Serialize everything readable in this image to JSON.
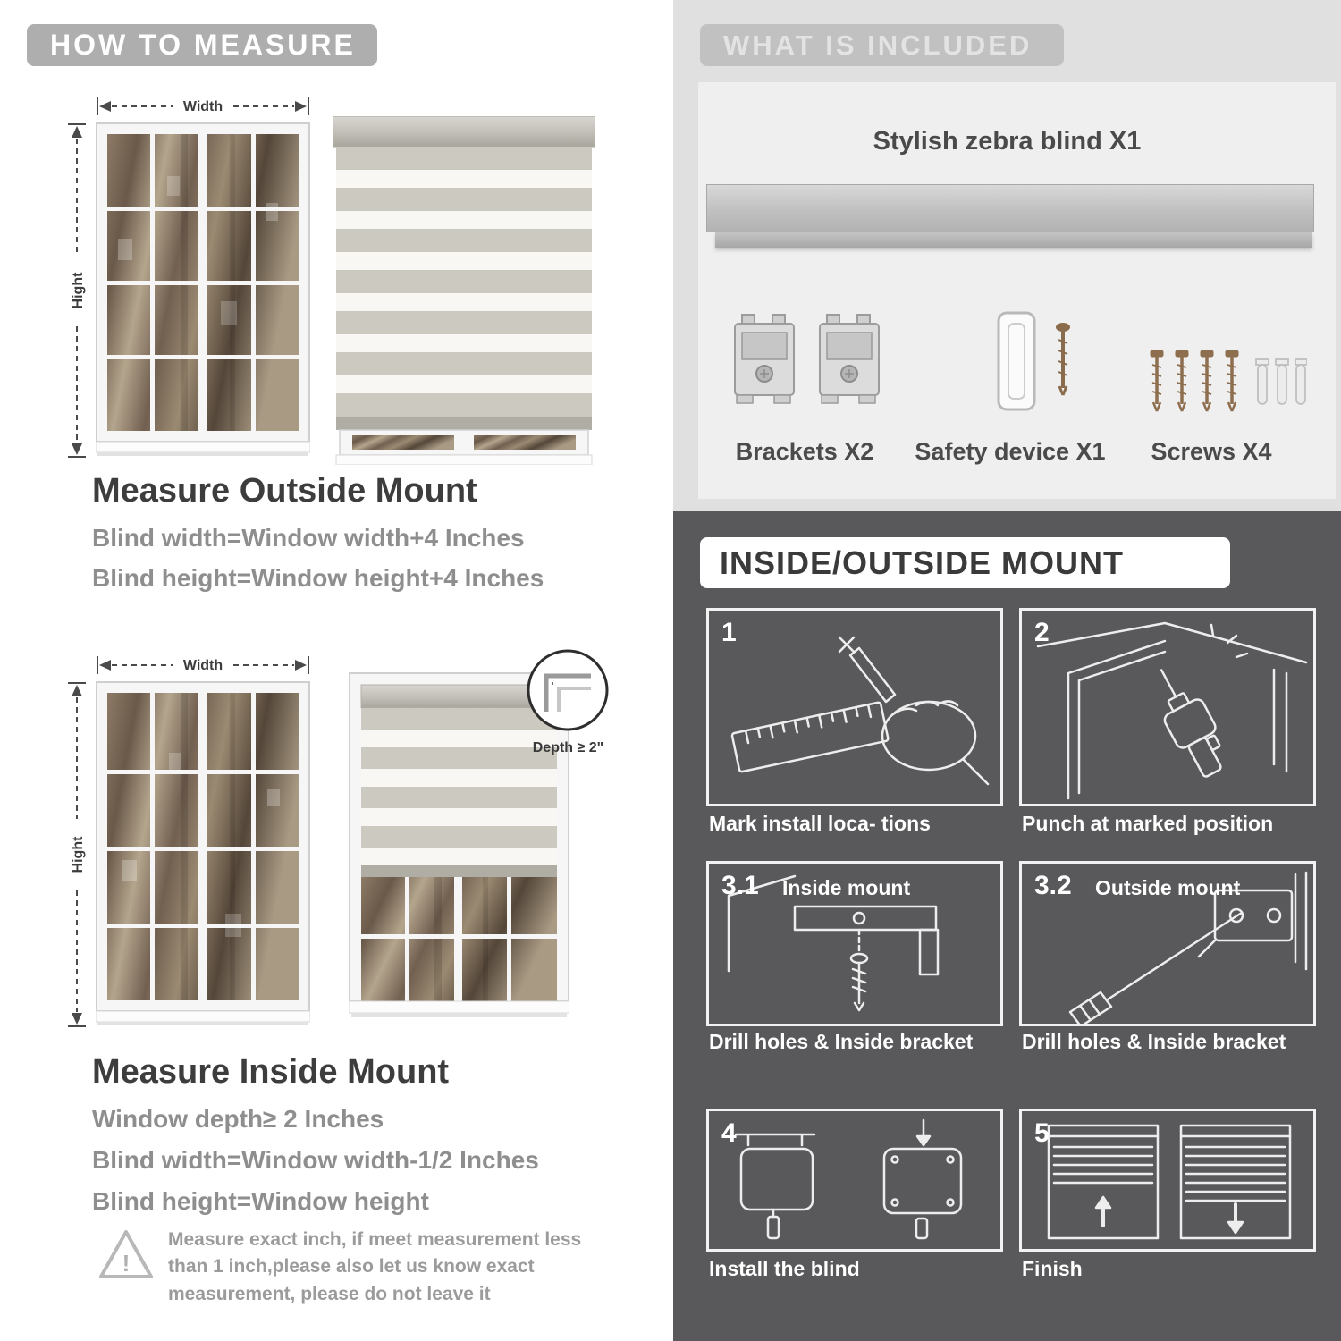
{
  "left": {
    "banner": "HOW TO MEASURE",
    "outside": {
      "width_label": "Width",
      "height_label": "Hight",
      "heading": "Measure Outside Mount",
      "lines": [
        "Blind width=Window width+4 Inches",
        "Blind height=Window height+4 Inches"
      ]
    },
    "inside": {
      "width_label": "Width",
      "height_label": "Hight",
      "depth_label": "Depth ≥ 2\"",
      "heading": "Measure Inside Mount",
      "lines": [
        "Window depth≥ 2 Inches",
        "Blind width=Window width-1/2 Inches",
        "Blind height=Window height"
      ]
    },
    "warning": {
      "mark": "!",
      "text": "Measure exact inch, if meet measurement less than 1 inch,please also let us know exact measurement, please do not leave it"
    }
  },
  "right": {
    "included": {
      "banner": "WHAT IS INCLUDED",
      "blind_label": "Stylish zebra blind X1",
      "items": [
        {
          "name": "brackets",
          "label": "Brackets X2"
        },
        {
          "name": "safety-device",
          "label": "Safety device X1"
        },
        {
          "name": "screws",
          "label": "Screws X4"
        }
      ]
    },
    "mount": {
      "banner": "INSIDE/OUTSIDE MOUNT",
      "steps": [
        {
          "num": "1",
          "title": "",
          "caption": "Mark install loca- tions"
        },
        {
          "num": "2",
          "title": "",
          "caption": "Punch at marked position"
        },
        {
          "num": "3.1",
          "title": "Inside mount",
          "caption": "Drill holes & Inside bracket"
        },
        {
          "num": "3.2",
          "title": "Outside mount",
          "caption": "Drill holes & Inside bracket"
        },
        {
          "num": "4",
          "title": "",
          "caption": "Install the blind"
        },
        {
          "num": "5",
          "title": "",
          "caption": "Finish"
        }
      ]
    }
  },
  "colors": {
    "banner_gray": "#aeaeae",
    "included_bg": "#e0e0e0",
    "dark_section": "#59595b",
    "text_dark": "#3d3d3d",
    "text_gray": "#8e8e8e"
  }
}
